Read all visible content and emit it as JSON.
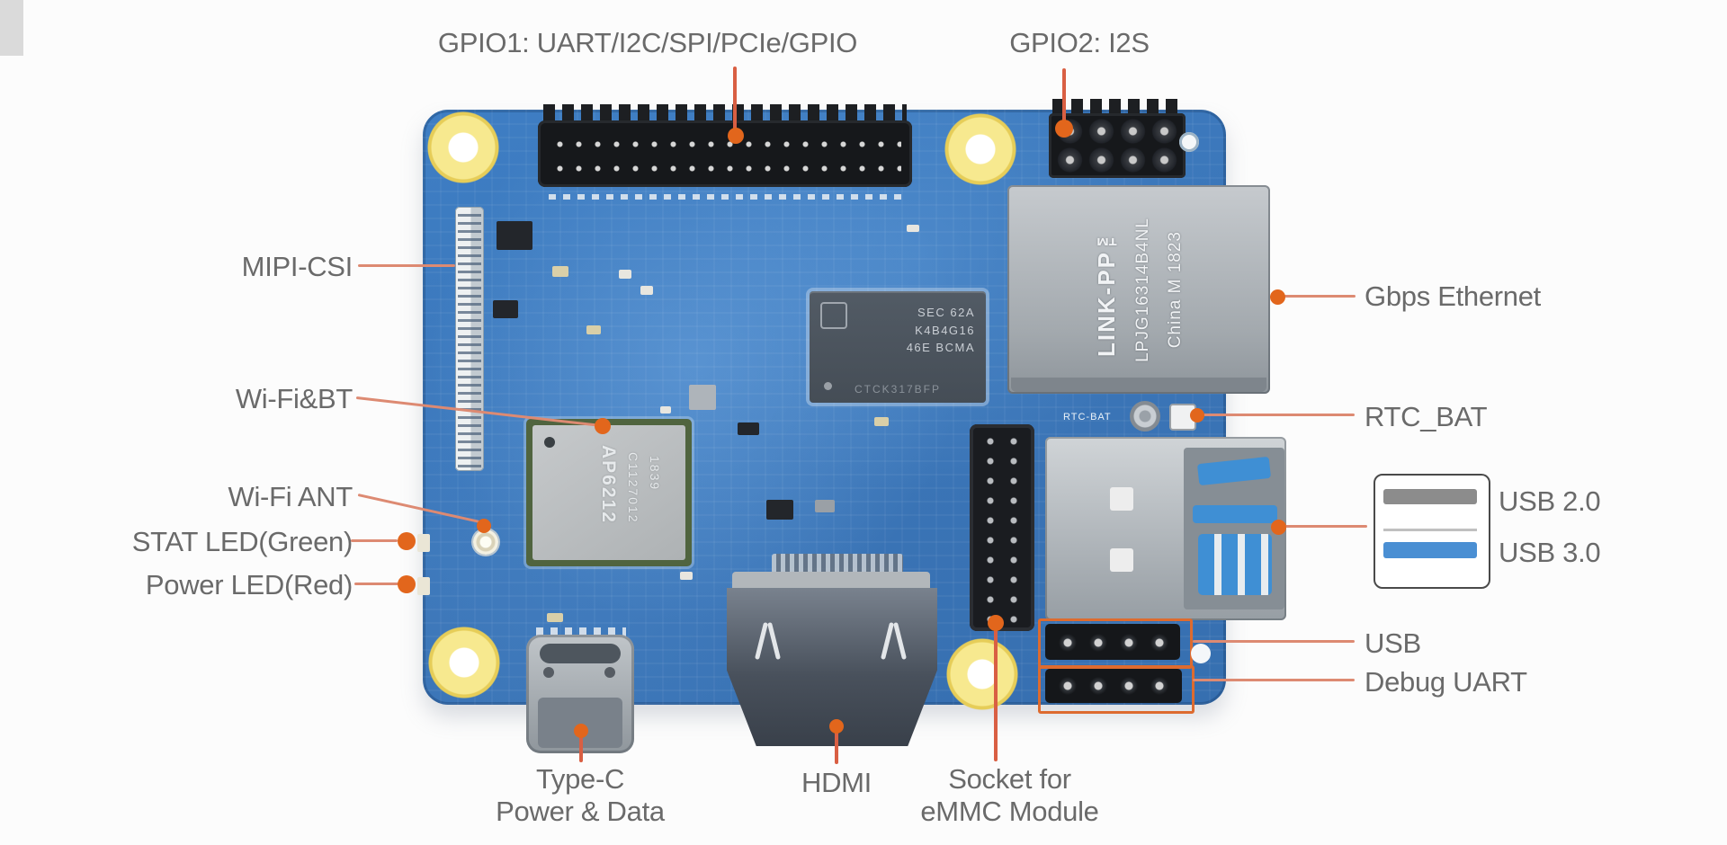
{
  "annotations": {
    "gpio1": "GPIO1: UART/I2C/SPI/PCIe/GPIO",
    "gpio2": "GPIO2: I2S",
    "mipi_csi": "MIPI-CSI",
    "wifi_bt": "Wi-Fi&BT",
    "wifi_ant": "Wi-Fi ANT",
    "stat_led": "STAT LED(Green)",
    "power_led": "Power LED(Red)",
    "gbps_ethernet": "Gbps Ethernet",
    "rtc_bat": "RTC_BAT",
    "usb20": "USB 2.0",
    "usb30": "USB 3.0",
    "usb": "USB",
    "debug_uart": "Debug UART",
    "type_c_line1": "Type-C",
    "type_c_line2": "Power & Data",
    "hdmi": "HDMI",
    "emmc_line1": "Socket for",
    "emmc_line2": "eMMC Module"
  },
  "board_text": {
    "ethernet_jack": {
      "brand": "LINK-PP™",
      "part": "LPJG16314B4NL",
      "origin": "China M 1823"
    },
    "ram_chip": {
      "line1": "SEC 62A",
      "line2": "K4B4G16",
      "line3": "46E BCMA",
      "line4": "CTCK317BFP"
    },
    "wifi_module": {
      "line1": "AP6212",
      "line2": "C1127012",
      "line3": "1839"
    },
    "silkscreen_rtc": "RTC-BAT"
  },
  "colors": {
    "board_blue": "#3b79bd",
    "leader_line": "#dd8a72",
    "leader_line_vertical": "#d95f43",
    "leader_dot": "#e2661c",
    "label_text": "#6a6a6a",
    "usb2_swatch": "#8c8c8c",
    "usb3_swatch": "#4a8fd3",
    "highlight_box": "#dd6b2f",
    "mount_hole_yellow": "#f0dc6e"
  }
}
